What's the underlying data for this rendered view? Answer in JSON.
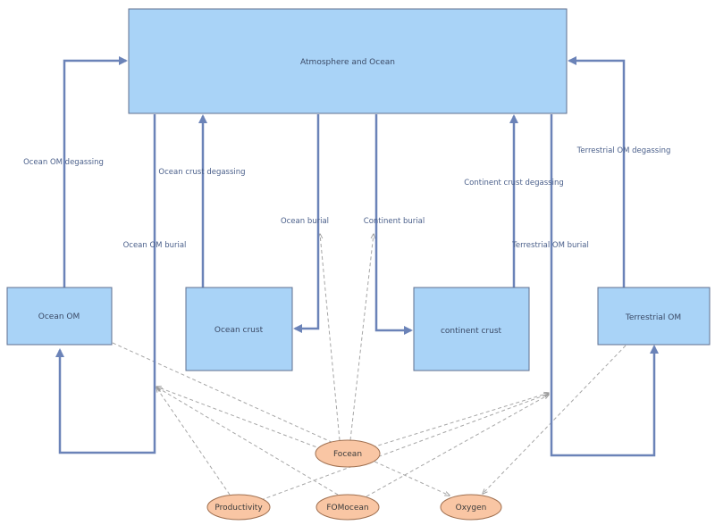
{
  "stocks": {
    "atmosphere": "Atmosphere and Ocean",
    "ocean_om": "Ocean OM",
    "ocean_crust": "Ocean crust",
    "continent_crust": "continent crust",
    "terrestrial_om": "Terrestrial OM"
  },
  "flows": {
    "ocean_om_degassing": "Ocean OM degassing",
    "ocean_om_burial": "Ocean OM burial",
    "ocean_crust_degassing": "Ocean crust degassing",
    "ocean_burial": "Ocean burial",
    "continent_burial": "Continent burial",
    "continent_crust_degassing": "Continent crust degassing",
    "terrestrial_om_burial": "Terrestrial OM burial",
    "terrestrial_om_degassing": "Terrestrial OM degassing"
  },
  "variables": {
    "focean": "Focean",
    "productivity": "Productivity",
    "fomocean": "FOMocean",
    "oxygen": "Oxygen"
  },
  "colors": {
    "stock_fill": "#a9d3f7",
    "flow_stroke": "#6b83b8",
    "dependency_stroke": "#a6a6a6",
    "variable_fill": "#f9c6a4"
  }
}
